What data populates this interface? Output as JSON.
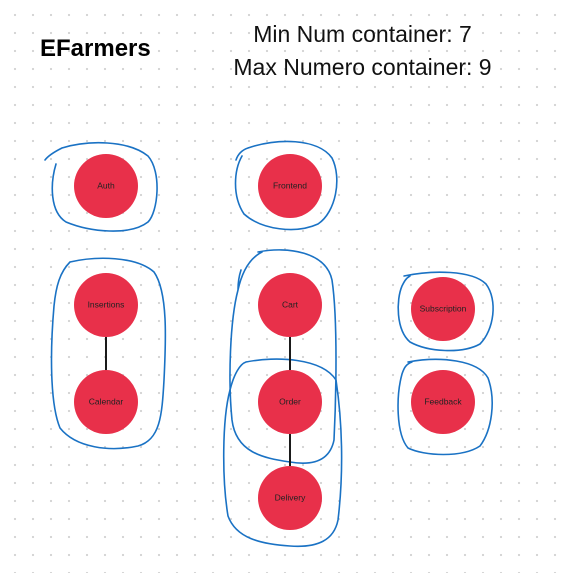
{
  "header": {
    "title": "EFarmers",
    "min_containers": "Min Num container: 7",
    "max_containers": "Max Numero container: 9"
  },
  "colors": {
    "node_fill": "#e8304a",
    "outline_stroke": "#1a72c4",
    "edge": "#1a1a1a"
  },
  "nodes": [
    {
      "id": "auth",
      "label": "Auth"
    },
    {
      "id": "frontend",
      "label": "Frontend"
    },
    {
      "id": "insertions",
      "label": "Insertions"
    },
    {
      "id": "calendar",
      "label": "Calendar"
    },
    {
      "id": "cart",
      "label": "Cart"
    },
    {
      "id": "order",
      "label": "Order"
    },
    {
      "id": "delivery",
      "label": "Delivery"
    },
    {
      "id": "subscription",
      "label": "Subscription"
    },
    {
      "id": "feedback",
      "label": "Feedback"
    }
  ],
  "edges": [
    {
      "from": "insertions",
      "to": "calendar"
    },
    {
      "from": "cart",
      "to": "order"
    },
    {
      "from": "order",
      "to": "delivery"
    }
  ]
}
